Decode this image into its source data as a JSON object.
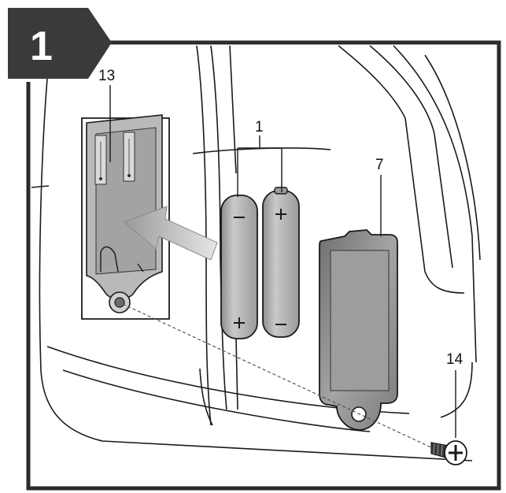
{
  "step": {
    "number": "1"
  },
  "callouts": {
    "holder": "13",
    "batteries": "1",
    "cover": "7",
    "screw": "14"
  },
  "colors": {
    "step_badge": "#3a3a3a",
    "frame": "#2b2b2b",
    "battery_fill": "#a9a9a9",
    "arrow_fill": "#bdbdbd",
    "cover_fill": "#8c8c8c",
    "line": "#1a1a1a"
  }
}
